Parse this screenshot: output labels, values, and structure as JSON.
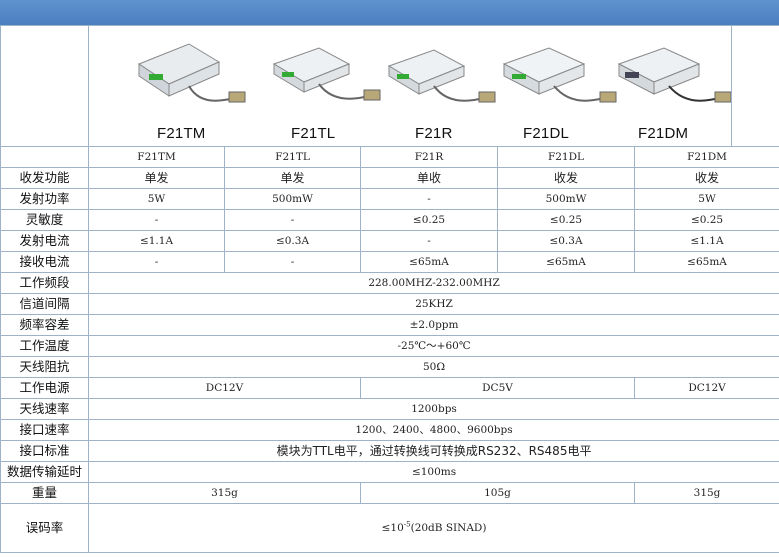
{
  "products": [
    "F21TM",
    "F21TL",
    "F21R",
    "F21DL",
    "F21DM"
  ],
  "rows": [
    {
      "label": "收发功能",
      "cells": [
        "单发",
        "单发",
        "单收",
        "收发",
        "收发"
      ]
    },
    {
      "label": "发射功率",
      "cells": [
        "5W",
        "500mW",
        "-",
        "500mW",
        "5W"
      ]
    },
    {
      "label": "灵敏度",
      "cells": [
        "-",
        "-",
        "≤0.25",
        "≤0.25",
        "≤0.25"
      ]
    },
    {
      "label": "发射电流",
      "cells": [
        "≤1.1A",
        "≤0.3A",
        "-",
        "≤0.3A",
        "≤1.1A"
      ]
    },
    {
      "label": "接收电流",
      "cells": [
        "-",
        "-",
        "≤65mA",
        "≤65mA",
        "≤65mA"
      ]
    }
  ],
  "freq_band": {
    "label": "工作频段",
    "value": "228.00MHZ-232.00MHZ"
  },
  "channel_spacing": {
    "label": "信道间隔",
    "value": "25KHZ"
  },
  "freq_tolerance": {
    "label": "频率容差",
    "value": "±2.0ppm"
  },
  "work_temp": {
    "label": "工作温度",
    "value": "-25℃～+60℃"
  },
  "antenna_impedance": {
    "label": "天线阻抗",
    "value": "50Ω"
  },
  "power": {
    "label": "工作电源",
    "left": "DC12V",
    "middle": "DC5V",
    "right": "DC12V"
  },
  "antenna_rate": {
    "label": "天线速率",
    "value": "1200bps"
  },
  "interface_rate": {
    "label": "接口速率",
    "value": "1200、2400、4800、9600bps"
  },
  "interface_std": {
    "label": "接口标准",
    "value": "模块为TTL电平，通过转换线可转换成RS232、RS485电平"
  },
  "latency": {
    "label": "数据传输延时",
    "value": "≤100ms"
  },
  "weight": {
    "label": "重量",
    "left": "315g",
    "middle": "105g",
    "right": "315g"
  },
  "ber": {
    "label": "误码率",
    "prefix": "≤10",
    "exponent": "-5",
    "suffix": "(20dB SINAD)"
  }
}
